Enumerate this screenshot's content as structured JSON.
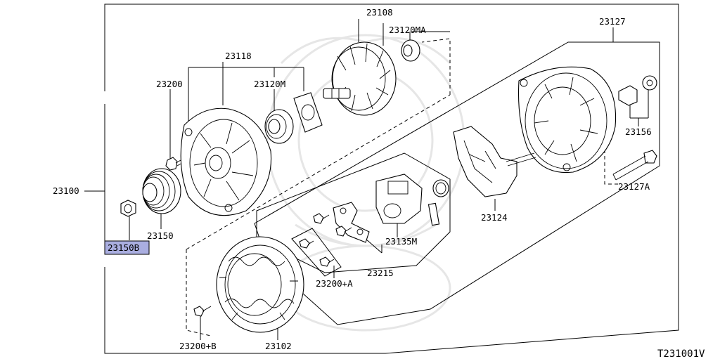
{
  "labels": {
    "alternator_assy": "23100",
    "pulley_nut": "23150B",
    "pulley": "23150",
    "front_bolt": "23200",
    "front_cover": "23118",
    "front_bearing": "23120M",
    "rotor": "23108",
    "rear_bearing": "23120MA",
    "rear_cover": "23127",
    "terminal_kit": "23156",
    "through_bolt": "23127A",
    "rectifier": "23124",
    "regulator": "23135M",
    "regulator_set": "23215",
    "screw_a": "23200+A",
    "screw_b": "23200+B",
    "stator": "23102"
  },
  "highlighted_part": "23150B",
  "highlight_color": "#aaaee0",
  "drawing_code": "T231001V"
}
